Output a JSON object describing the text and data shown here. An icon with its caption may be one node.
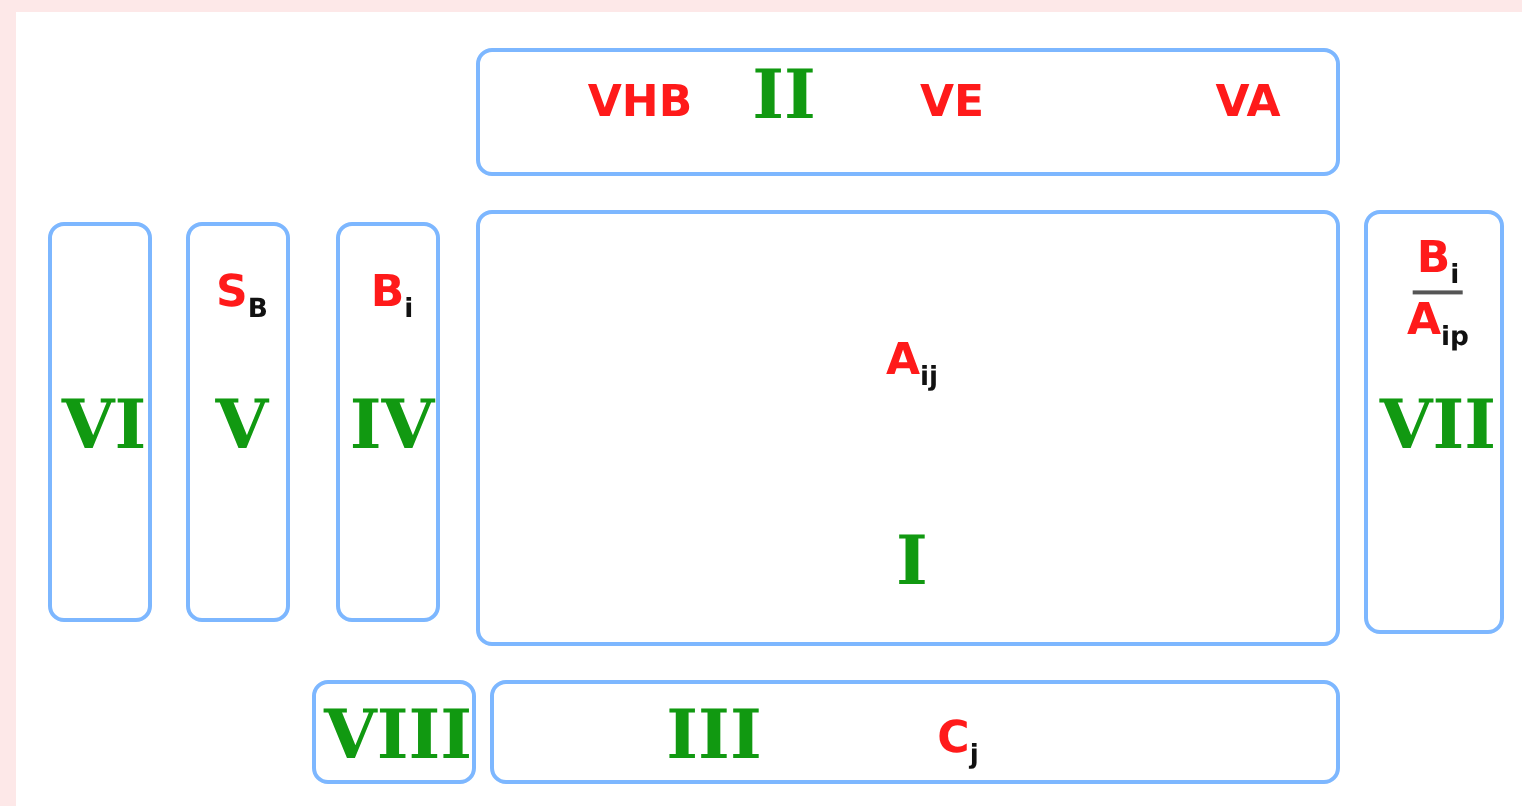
{
  "diagram": {
    "nodes": [
      {
        "text": [
          "VHB",
          "II",
          "VE",
          "VA"
        ]
      },
      {
        "text": [
          "VI"
        ]
      },
      {
        "text": [
          "S$_{B}$",
          "V"
        ]
      },
      {
        "text": [
          "B$_{i}$",
          "IV"
        ]
      },
      {
        "text": [
          "A$_{ij}$",
          "I"
        ]
      },
      {
        "text": [
          "B$_{i}$",
          "A$_{ip}$",
          "VII"
        ]
      },
      {
        "text": [
          "VIII"
        ]
      },
      {
        "text": [
          "III",
          "C$_{j}$"
        ]
      }
    ]
  }
}
